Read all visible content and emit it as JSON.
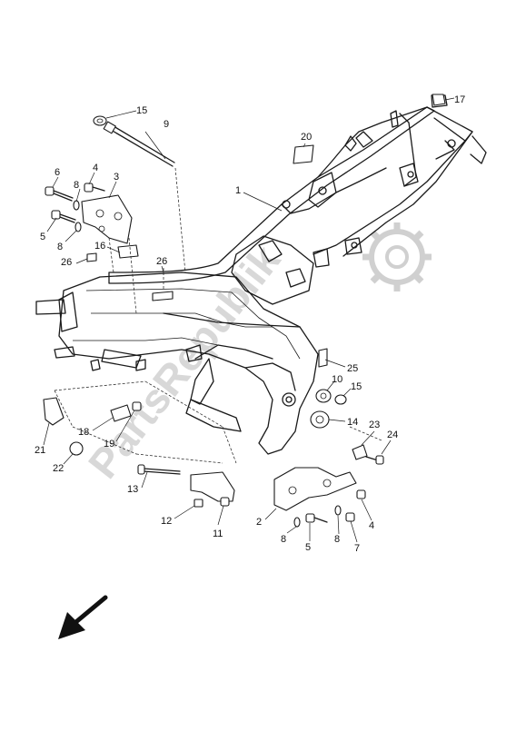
{
  "watermark": {
    "text": "PartsRepublik"
  },
  "callouts": [
    {
      "id": "c15a",
      "text": "15"
    },
    {
      "id": "c9",
      "text": "9"
    },
    {
      "id": "c17",
      "text": "17"
    },
    {
      "id": "c20",
      "text": "20"
    },
    {
      "id": "c1",
      "text": "1"
    },
    {
      "id": "c6",
      "text": "6"
    },
    {
      "id": "c4a",
      "text": "4"
    },
    {
      "id": "c8a",
      "text": "8"
    },
    {
      "id": "c3",
      "text": "3"
    },
    {
      "id": "c5a",
      "text": "5"
    },
    {
      "id": "c8b",
      "text": "8"
    },
    {
      "id": "c16",
      "text": "16"
    },
    {
      "id": "c26a",
      "text": "26"
    },
    {
      "id": "c26b",
      "text": "26"
    },
    {
      "id": "c25",
      "text": "25"
    },
    {
      "id": "c10",
      "text": "10"
    },
    {
      "id": "c15b",
      "text": "15"
    },
    {
      "id": "c14",
      "text": "14"
    },
    {
      "id": "c23",
      "text": "23"
    },
    {
      "id": "c24",
      "text": "24"
    },
    {
      "id": "c18",
      "text": "18"
    },
    {
      "id": "c19",
      "text": "19"
    },
    {
      "id": "c21",
      "text": "21"
    },
    {
      "id": "c22",
      "text": "22"
    },
    {
      "id": "c13",
      "text": "13"
    },
    {
      "id": "c12",
      "text": "12"
    },
    {
      "id": "c11",
      "text": "11"
    },
    {
      "id": "c2",
      "text": "2"
    },
    {
      "id": "c8c",
      "text": "8"
    },
    {
      "id": "c5b",
      "text": "5"
    },
    {
      "id": "c8d",
      "text": "8"
    },
    {
      "id": "c7",
      "text": "7"
    },
    {
      "id": "c4b",
      "text": "4"
    }
  ],
  "icons": {
    "gear": "gear-icon",
    "arrow": "front-direction-arrow-icon"
  }
}
